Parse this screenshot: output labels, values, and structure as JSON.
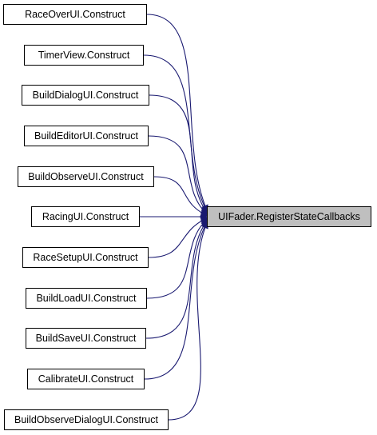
{
  "target": {
    "label": "UIFader.RegisterStateCallbacks",
    "fill": "#bfbfbf"
  },
  "edge_color": "#191970",
  "callers": [
    {
      "label": "RaceOverUI.Construct"
    },
    {
      "label": "TimerView.Construct"
    },
    {
      "label": "BuildDialogUI.Construct"
    },
    {
      "label": "BuildEditorUI.Construct"
    },
    {
      "label": "BuildObserveUI.Construct"
    },
    {
      "label": "RacingUI.Construct"
    },
    {
      "label": "RaceSetupUI.Construct"
    },
    {
      "label": "BuildLoadUI.Construct"
    },
    {
      "label": "BuildSaveUI.Construct"
    },
    {
      "label": "CalibrateUI.Construct"
    },
    {
      "label": "BuildObserveDialogUI.Construct"
    }
  ]
}
